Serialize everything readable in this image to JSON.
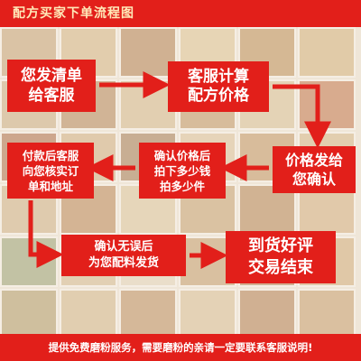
{
  "header": {
    "title": "配方买家下单流程图"
  },
  "steps": [
    {
      "label": "您发清单\n给客服"
    },
    {
      "label": "客服计算\n配方价格"
    },
    {
      "label": "价格发给\n您确认"
    },
    {
      "label": "确认价格后\n拍下多少钱\n拍多少件"
    },
    {
      "label": "付款后客服\n向您核实订\n单和地址"
    },
    {
      "label": "确认无误后\n为您配料发货"
    },
    {
      "label": "到货好评\n交易结束"
    }
  ],
  "footer": {
    "note": "提供免费磨粉服务，需要磨粉的亲请一定要联系客服说明!"
  },
  "colors": {
    "red": "#e21f1a",
    "header_text": "#ffe9b8",
    "background": "#efe6d8"
  }
}
